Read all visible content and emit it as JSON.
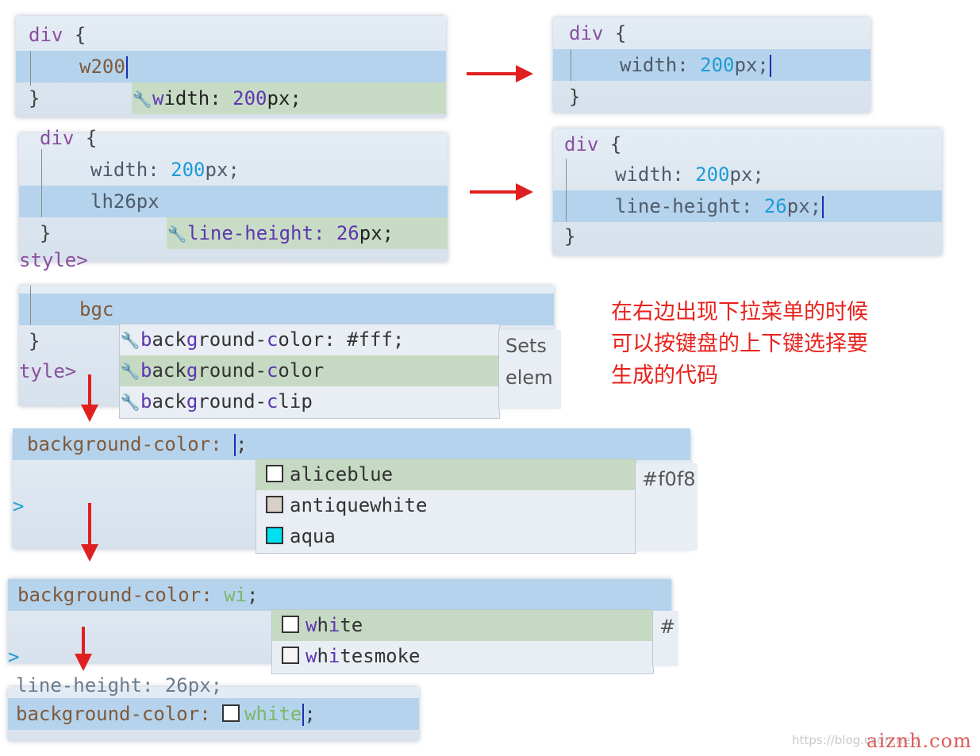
{
  "p1": {
    "sel": "div",
    "open": "{",
    "typed": "w200",
    "close": "}",
    "sugg_pre": "w",
    "sugg_mid": "idth: ",
    "sugg_num": "200",
    "sugg_post": "px;"
  },
  "p2": {
    "sel": "div",
    "open": "{",
    "prop": "width",
    "colon": ": ",
    "num": "200",
    "unit": "px;",
    "close": "}"
  },
  "p3": {
    "sel": "div",
    "open": "{",
    "l1_prop": "width: ",
    "l1_num": "200",
    "l1_unit": "px;",
    "typed": "lh26px",
    "close": "}",
    "trail": "style>",
    "sugg_a": "line-",
    "sugg_m": "h",
    "sugg_b": "eight: ",
    "sugg_num": "26",
    "sugg_unit": "px;"
  },
  "p4": {
    "sel": "div",
    "open": "{",
    "l1_prop": "width: ",
    "l1_num": "200",
    "l1_unit": "px;",
    "l2_prop": "line-height: ",
    "l2_num": "26",
    "l2_unit": "px;",
    "close": "}"
  },
  "p5": {
    "typed": "bgc",
    "close": "}",
    "trail": "tyle>",
    "items": [
      {
        "pre": "",
        "m1": "b",
        "mid": "ack",
        "m2": "g",
        "post": "round-",
        "m3": "c",
        "tail": "olor: #fff;"
      },
      {
        "pre": "",
        "m1": "b",
        "mid": "ack",
        "m2": "g",
        "post": "round-",
        "m3": "c",
        "tail": "olor"
      },
      {
        "pre": "",
        "m1": "b",
        "mid": "ack",
        "m2": "g",
        "post": "round-",
        "m3": "c",
        "tail": "lip"
      }
    ],
    "side": "Sets\nelem"
  },
  "p6": {
    "prop": "background-color: ",
    "semi": ";",
    "trail": ">",
    "side": "#f0f8",
    "items": [
      {
        "label": "aliceblue",
        "color": "#ffffff"
      },
      {
        "label": "antiquewhite",
        "color": "#d8d0c8"
      },
      {
        "label": "aqua",
        "color": "#00e0f0"
      }
    ]
  },
  "p7": {
    "prop": "background-color: ",
    "val": "wi",
    "semi": ";",
    "trail": ">",
    "side": "#",
    "items": [
      {
        "m": "w",
        "mid": "h",
        "m2": "i",
        "rest": "te",
        "color": "#ffffff"
      },
      {
        "m": "w",
        "mid": "h",
        "m2": "i",
        "rest": "tesmoke",
        "color": "#f5f5f5"
      }
    ]
  },
  "p8": {
    "prev": "line-height: 26px;",
    "prop": "background-color: ",
    "val": "white",
    "semi": ";"
  },
  "note": {
    "line1": "在右边出现下拉菜单的时候",
    "line2": "可以按键盘的上下键选择要",
    "line3": "生成的代码"
  },
  "watermark": {
    "faint": "https://blog.csdn.net/",
    "brand": "aiznh.com"
  }
}
